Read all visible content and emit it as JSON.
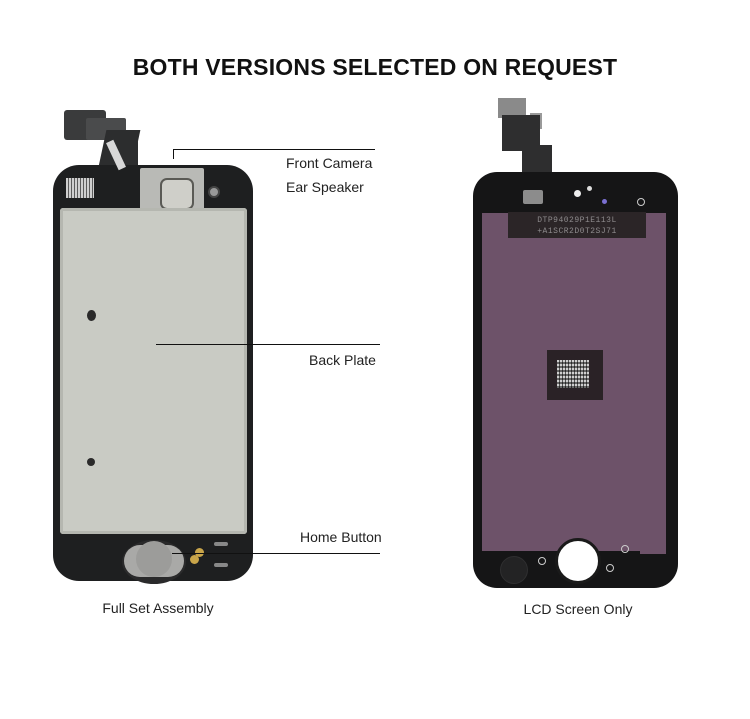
{
  "title": "BOTH VERSIONS SELECTED ON REQUEST",
  "left_product": {
    "caption": "Full Set Assembly",
    "callouts": [
      {
        "label": "Front Camera"
      },
      {
        "label": "Ear Speaker"
      },
      {
        "label": "Back Plate"
      },
      {
        "label": "Home Button"
      }
    ]
  },
  "right_product": {
    "caption": "LCD Screen Only",
    "lcd_label_line1": "DTP94029P1E113L",
    "lcd_label_line2": "+A1SCR2D0T2SJ71"
  },
  "colors": {
    "background": "#ffffff",
    "bezel": "#1e1f20",
    "back_plate": "#c9cbc4",
    "lcd_panel": "#6d5269"
  }
}
